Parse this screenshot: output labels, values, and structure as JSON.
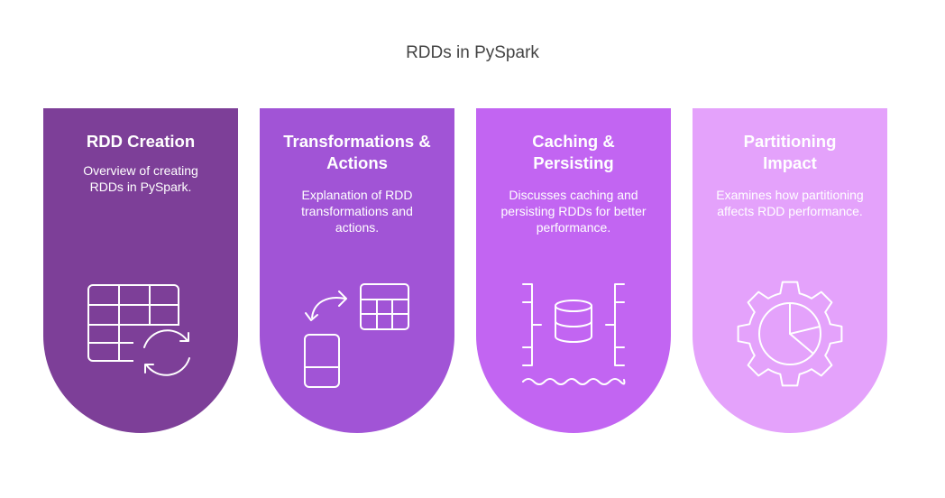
{
  "title": "RDDs in PySpark",
  "cards": [
    {
      "title": "RDD Creation",
      "description": "Overview of creating RDDs in PySpark.",
      "color": "#7d3f98",
      "icon": "table-refresh-icon"
    },
    {
      "title": "Transformations & Actions",
      "description": "Explanation of RDD transformations and actions.",
      "color": "#a154d6",
      "icon": "phone-table-transfer-icon"
    },
    {
      "title": "Caching & Persisting",
      "description": "Discusses caching and persisting RDDs for better performance.",
      "color": "#c265f2",
      "icon": "database-cache-icon"
    },
    {
      "title": "Partitioning Impact",
      "description": "Examines how partitioning affects RDD performance.",
      "color": "#e4a2fb",
      "icon": "gear-pie-chart-icon"
    }
  ]
}
